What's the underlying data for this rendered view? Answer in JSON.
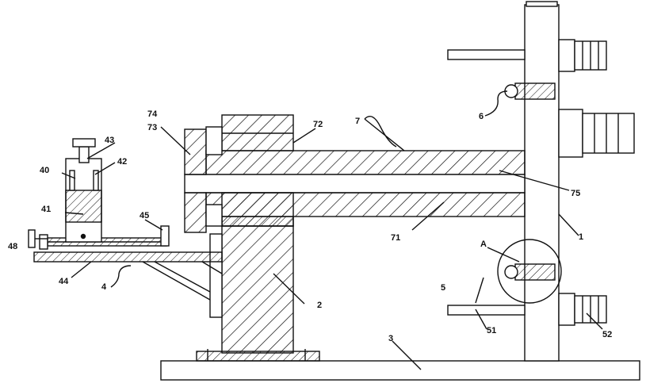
{
  "colors": {
    "line": "#111111",
    "background": "#ffffff"
  },
  "labels": {
    "l1": "1",
    "l2": "2",
    "l3": "3",
    "l4": "4",
    "l5": "5",
    "l6": "6",
    "l7": "7",
    "l40": "40",
    "l41": "41",
    "l42": "42",
    "l43": "43",
    "l44": "44",
    "l45": "45",
    "l48": "48",
    "l51": "51",
    "l52": "52",
    "l71": "71",
    "l72": "72",
    "l73": "73",
    "l74": "74",
    "l75": "75",
    "lA": "A"
  }
}
